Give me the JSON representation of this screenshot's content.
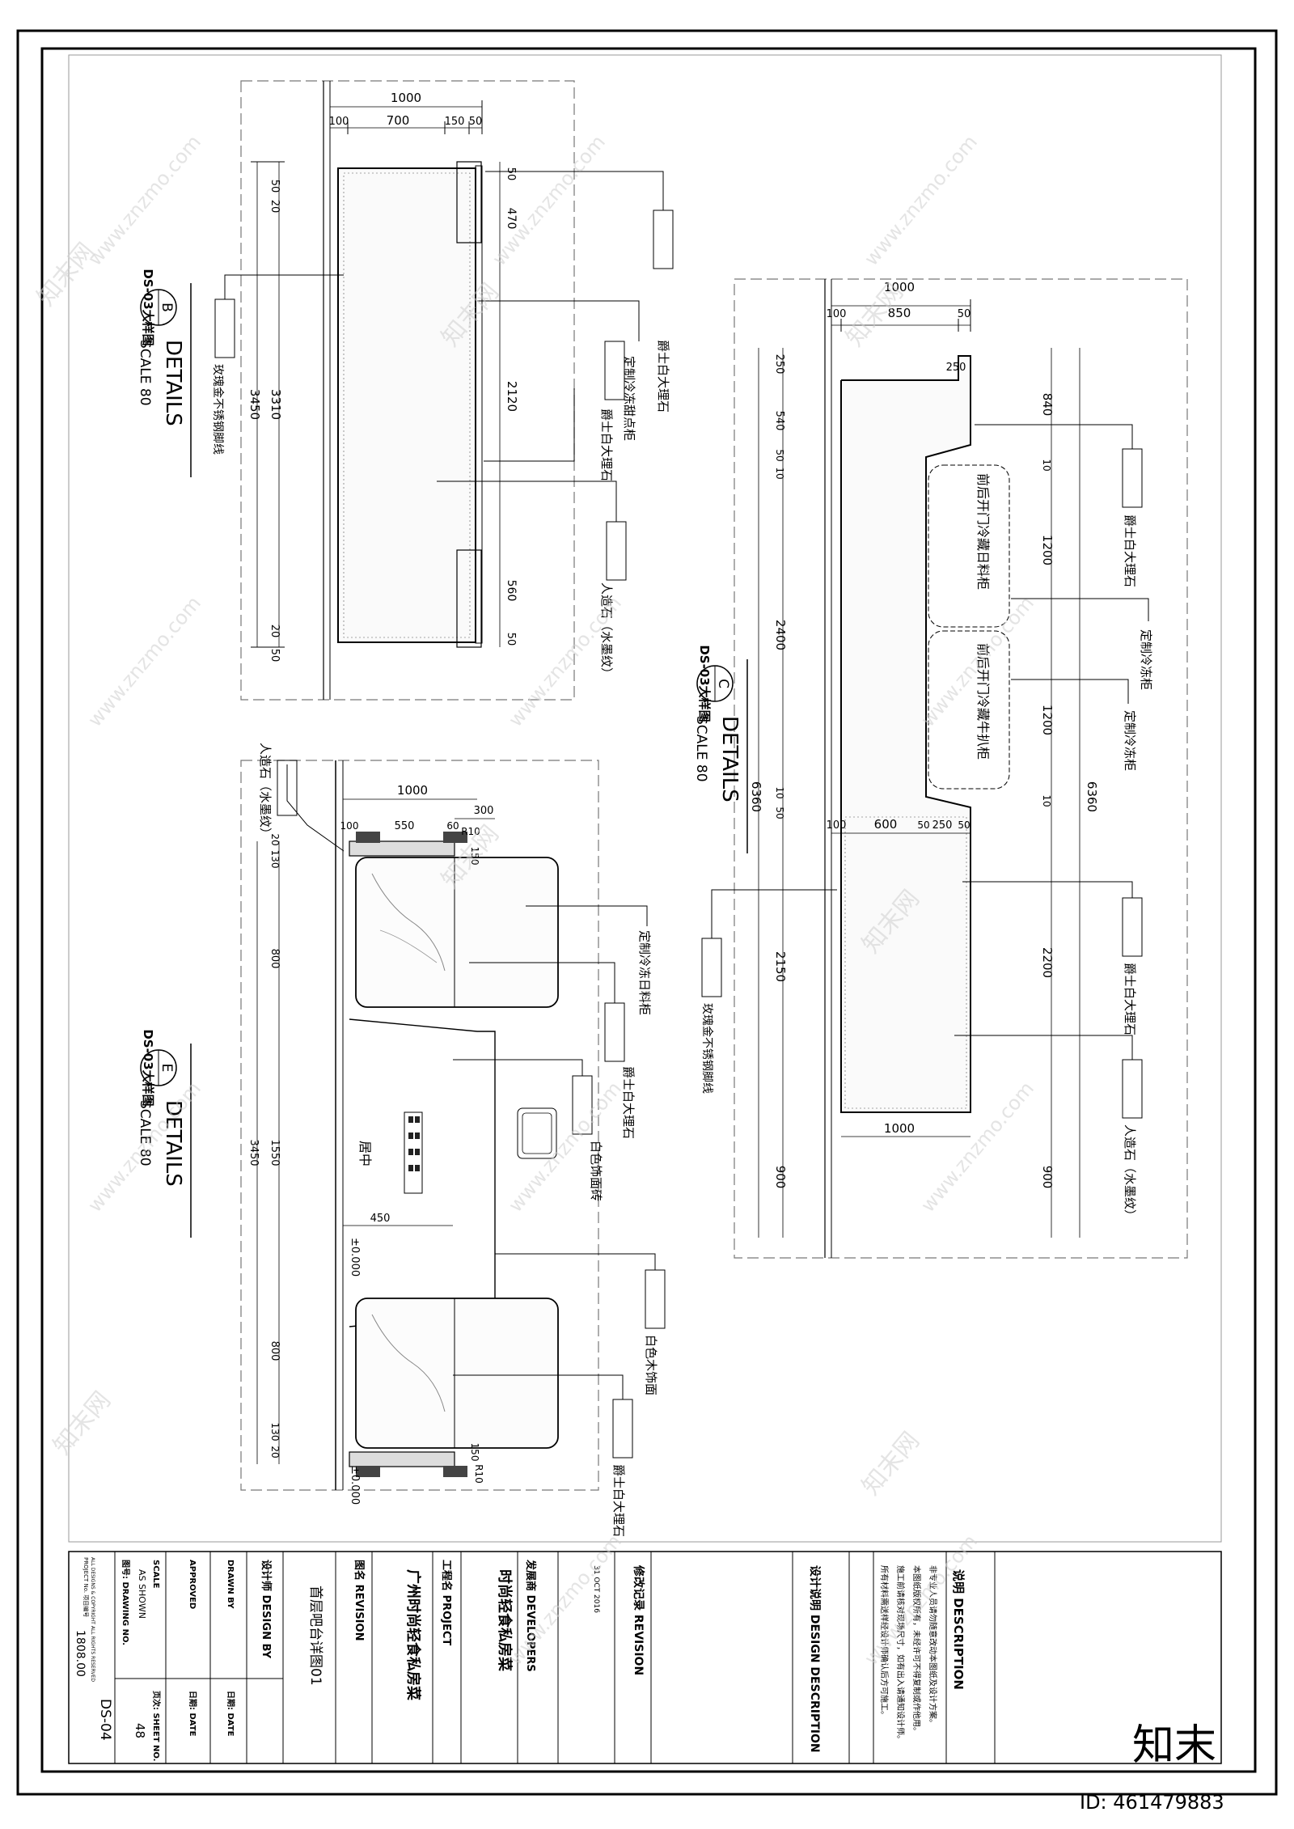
{
  "title_block": {
    "description_title": "说明 DESCRIPTION",
    "description_lines": [
      "非专业人员请勿随意改动本图纸及设计方案。",
      "本图纸版权所有，未经许可不得复制或作他用。",
      "施工前请核对现场尺寸，如有出入请通知设计师。",
      "所有材料需送样经设计师确认后方可施工。"
    ],
    "design_description": "设计说明  DESIGN DESCRIPTION",
    "revision": "修改记录  REVISION",
    "revision_date": "31 OCT 2016",
    "developer_label": "发展商 DEVELOPERS",
    "developer": "时尚轻食私房菜",
    "project_label": "工程名 PROJECT",
    "project": "广州时尚轻食私房菜",
    "drawing_title_label": "图名 REVISION",
    "drawing_title": "首层吧台详图01",
    "design_by": "设计师 DESIGN BY",
    "drawn_by": "DRAWN BY",
    "date1": "日期: DATE",
    "approved": "APPROVED",
    "date2": "日期: DATE",
    "scale_label": "SCALE",
    "scale_value": "AS SHOWN",
    "sheet_label": "页次: SHEET NO.",
    "sheet_no": "48",
    "drawing_no_label": "图号: DRAWING NO.",
    "drawing_no": "DS-04",
    "project_no_label": "PROJECT No. 项目编号",
    "project_no": "1808.00",
    "copyright": "ALL DESIGNS & COPYRIGHT ALL RIGHTS RESERVED"
  },
  "details": {
    "B": {
      "letter": "B",
      "ref": "DS-03大样图",
      "title": "DETAILS",
      "scale": "SCALE   80",
      "dims_top": [
        "1000",
        "100",
        "700",
        "150",
        "50"
      ],
      "dims_left": [
        "50",
        "20",
        "3310",
        "3450",
        "20",
        "50"
      ],
      "dims_inner": [
        "50",
        "470",
        "2120",
        "560",
        "50"
      ],
      "labels": [
        "爵士白大理石",
        "定制冷冻甜点柜",
        "玫瑰金不锈钢脚线",
        "爵士白大理石",
        "人造石（水墨纹）"
      ]
    },
    "C": {
      "letter": "C",
      "ref": "DS-03大样图",
      "title": "DETAILS",
      "scale": "SCALE   80",
      "dims_top": [
        "1000",
        "100",
        "850",
        "50"
      ],
      "dims_left": [
        "250",
        "540",
        "50",
        "10",
        "2400",
        "10",
        "50",
        "2150",
        "900",
        "6360"
      ],
      "dims_right": [
        "840",
        "10",
        "1200",
        "1200",
        "10",
        "2200",
        "900",
        "6360"
      ],
      "dims_mid": [
        "250",
        "100",
        "600",
        "50",
        "250",
        "50"
      ],
      "dims_bottom": [
        "1000"
      ],
      "cabinet_text": [
        "前后开门冷藏日料柜",
        "前后开门冷藏牛扒柜"
      ],
      "labels": [
        "爵士白大理石",
        "定制冷冻柜",
        "定制冷冻柜",
        "爵士白大理石",
        "人造石（水墨纹）",
        "玫瑰金不锈钢脚线"
      ]
    },
    "E": {
      "letter": "E",
      "ref": "DS-03大样图",
      "title": "DETAILS",
      "scale": "SCALE   80",
      "dims_top": [
        "1000",
        "300",
        "100",
        "550",
        "60",
        "R10"
      ],
      "dims_left": [
        "20",
        "130",
        "800",
        "1550",
        "3450",
        "800",
        "130",
        "20"
      ],
      "dims_inner": [
        "150",
        "450",
        "150",
        "R10"
      ],
      "center": "居中",
      "levels": [
        "±0.000",
        "±0.000"
      ],
      "labels": [
        "人造石（水墨纹）",
        "定制冷冻日料柜",
        "爵士白大理石",
        "白色饰面砖",
        "白色木饰面",
        "爵士白大理石"
      ]
    }
  },
  "watermark": {
    "site": "www.znzmo.com",
    "brand": "知末网",
    "logo": "知末",
    "id": "ID: 461479883"
  }
}
